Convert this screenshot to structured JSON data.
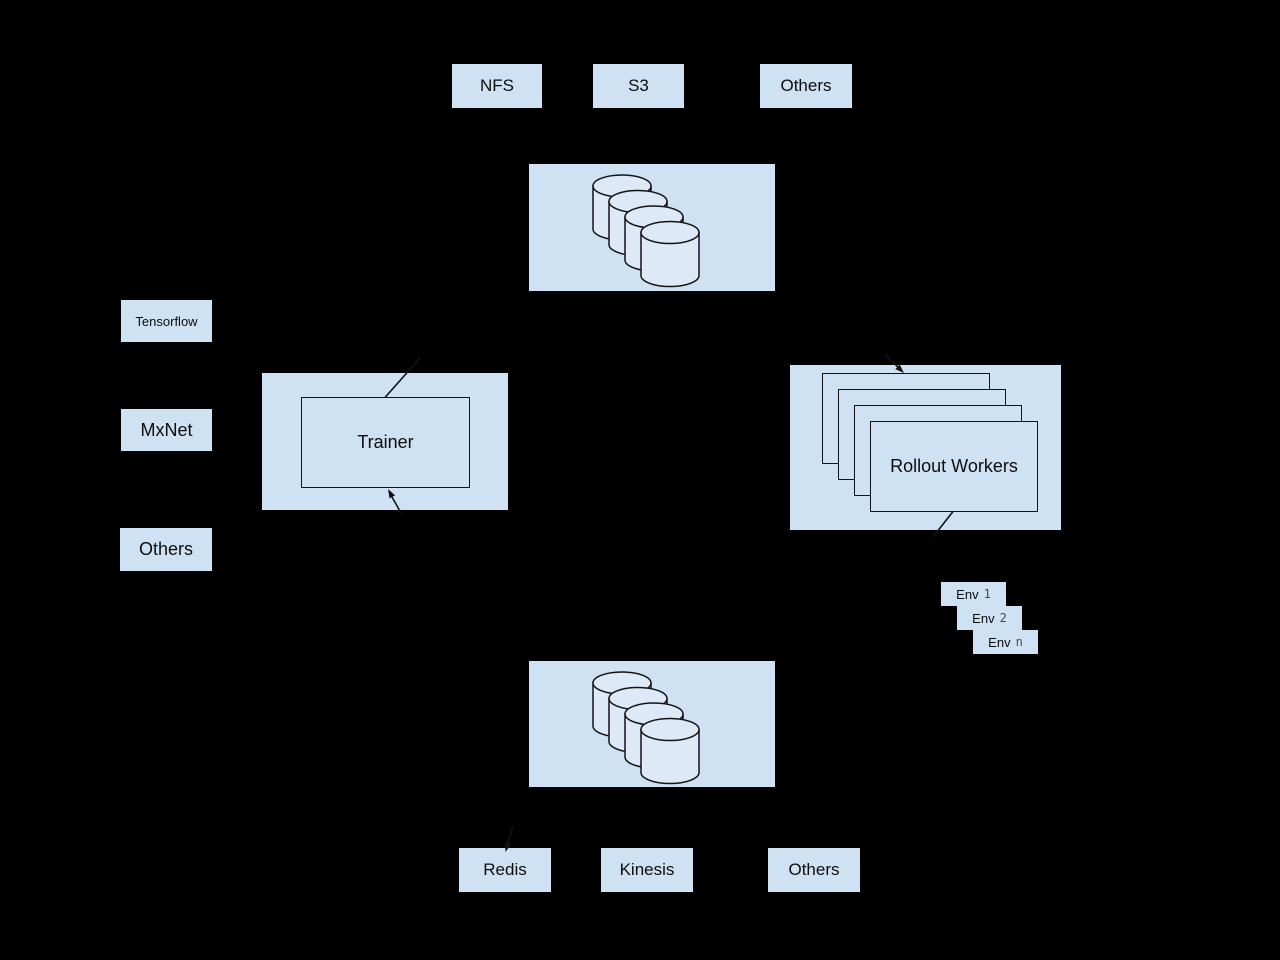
{
  "colors": {
    "background": "#000000",
    "box_fill": "#cfe2f3",
    "cylinder_fill": "#dde9f6",
    "line": "#131313",
    "env_index_color": "#4a4a4a"
  },
  "top_storage_options": [
    {
      "label": "NFS"
    },
    {
      "label": "S3"
    },
    {
      "label": "Others"
    }
  ],
  "frameworks": [
    {
      "label": "Tensorflow"
    },
    {
      "label": "MxNet"
    },
    {
      "label": "Others"
    }
  ],
  "trainer": {
    "label": "Trainer"
  },
  "rollout_workers": {
    "label": "Rollout Workers"
  },
  "environments": [
    {
      "label": "Env",
      "index": "1"
    },
    {
      "label": "Env",
      "index": "2"
    },
    {
      "label": "Env",
      "index": "n"
    }
  ],
  "bottom_storage_options": [
    {
      "label": "Redis"
    },
    {
      "label": "Kinesis"
    },
    {
      "label": "Others"
    }
  ]
}
